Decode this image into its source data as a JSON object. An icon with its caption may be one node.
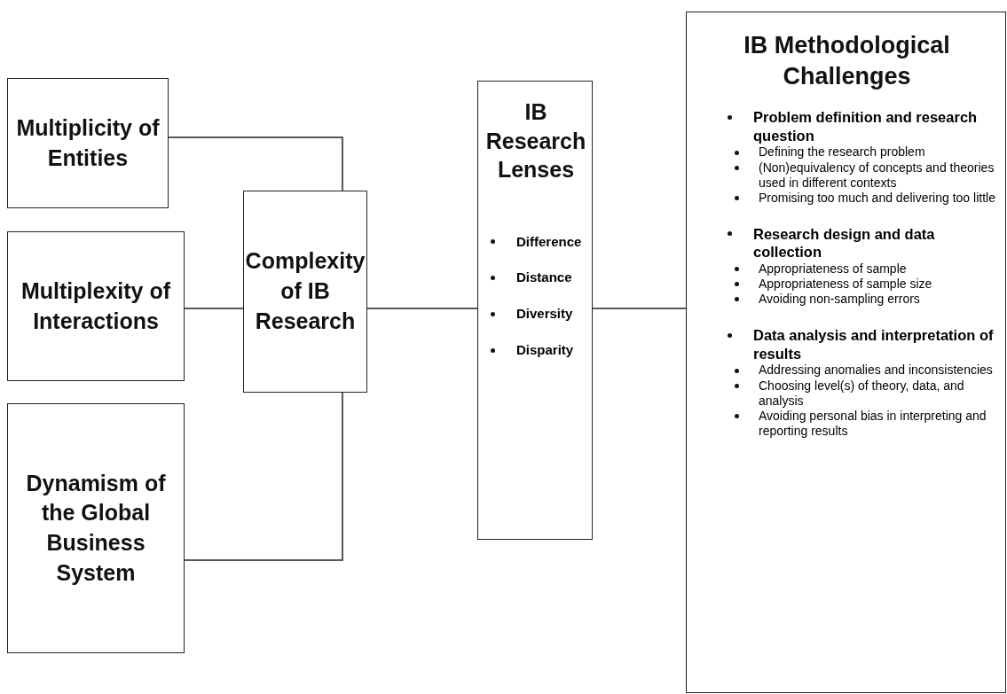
{
  "diagram": {
    "nodes": [
      {
        "text": [
          "Multiplicity of Entities"
        ]
      },
      {
        "text": [
          "Multiplexity of Interactions"
        ]
      },
      {
        "text": [
          "Dynamism of the Global Business System"
        ]
      },
      {
        "text": [
          "Complexity of IB Research"
        ]
      },
      {
        "text": [
          "IB Research Lenses",
          "Difference",
          "Distance",
          "Diversity",
          "Disparity"
        ]
      },
      {
        "text": [
          "IB Methodological Challenges",
          "Problem definition and research question",
          "Defining the research problem",
          "(Non)equivalency of concepts and theories used in different contexts",
          "Promising too much and delivering too little",
          "Research design and data collection",
          "Appropriateness of sample",
          "Appropriateness of sample size",
          "Avoiding non-sampling errors",
          "Data analysis and interpretation of results",
          "Addressing anomalies and inconsistencies",
          "Choosing level(s) of theory, data, and analysis",
          "Avoiding personal bias in interpreting and reporting results"
        ]
      }
    ],
    "edges": [
      {
        "from": 0,
        "to": 3,
        "arrow": "none"
      },
      {
        "from": 1,
        "to": 3,
        "arrow": "none"
      },
      {
        "from": 2,
        "to": 3,
        "arrow": "none"
      },
      {
        "from": 3,
        "to": 4,
        "arrow": "none"
      },
      {
        "from": 4,
        "to": 5,
        "arrow": "none"
      }
    ]
  }
}
